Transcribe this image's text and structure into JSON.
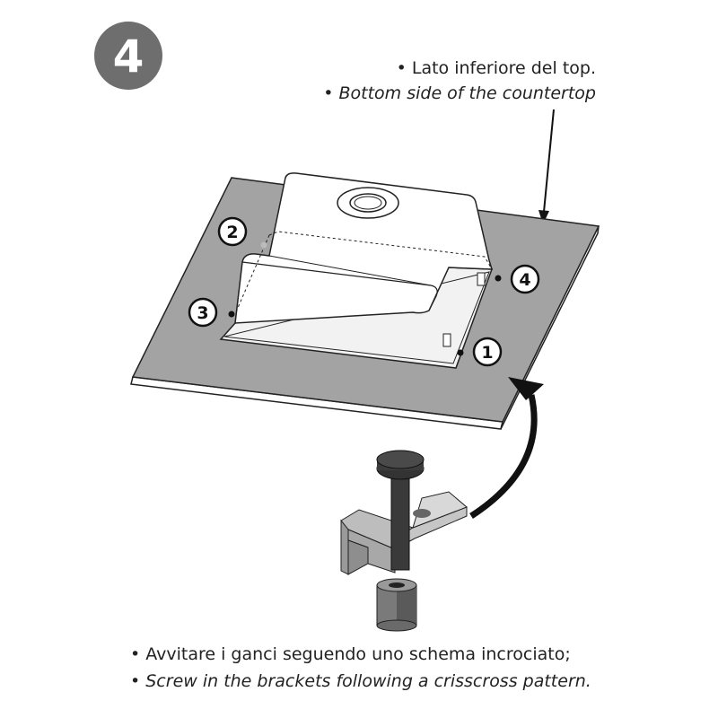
{
  "step": {
    "number": "4",
    "badge_color": "#6e6e6e"
  },
  "top_label": {
    "italian": "• Lato inferiore del top.",
    "english": "• Bottom side of the countertop"
  },
  "markers": [
    {
      "label": "1"
    },
    {
      "label": "2"
    },
    {
      "label": "3"
    },
    {
      "label": "4"
    }
  ],
  "bottom_caption": {
    "italian": "• Avvitare i ganci seguendo uno schema incrociato;",
    "english": "• Screw in the brackets following a crisscross pattern."
  },
  "colors": {
    "countertop": "#a3a3a3",
    "bracket": "#9a9a9a",
    "screw": "#3a3a3a"
  }
}
